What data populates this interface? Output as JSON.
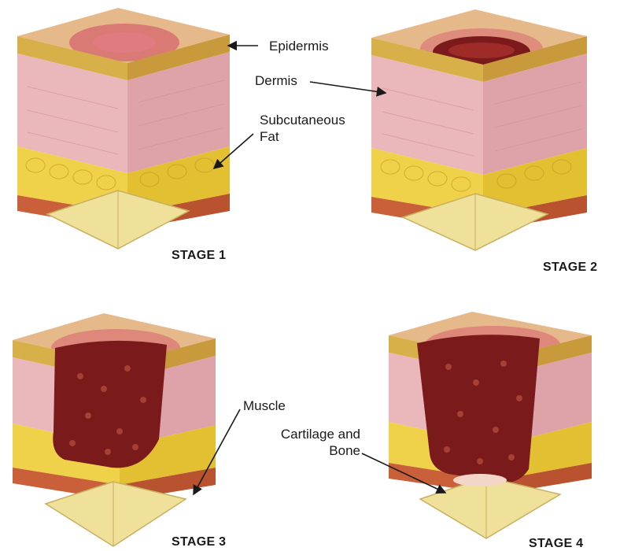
{
  "labels": {
    "epidermis": "Epidermis",
    "dermis": "Dermis",
    "subcutaneous_fat": "Subcutaneous\nFat",
    "muscle": "Muscle",
    "cartilage_bone": "Cartilage and\nBone"
  },
  "stages": [
    {
      "title": "STAGE 1"
    },
    {
      "title": "STAGE 2"
    },
    {
      "title": "STAGE 3"
    },
    {
      "title": "STAGE 4"
    }
  ],
  "colors": {
    "epidermis_top": "#e9b98a",
    "epidermis_band": "#d8b04a",
    "dermis": "#eab8bb",
    "dermis_side": "#dea3a8",
    "fat": "#f0d24a",
    "fat_side": "#e3bf32",
    "muscle": "#c9603a",
    "bone": "#efe09a",
    "wound": "#7a1a1a",
    "inflamed": "#d4586a"
  }
}
